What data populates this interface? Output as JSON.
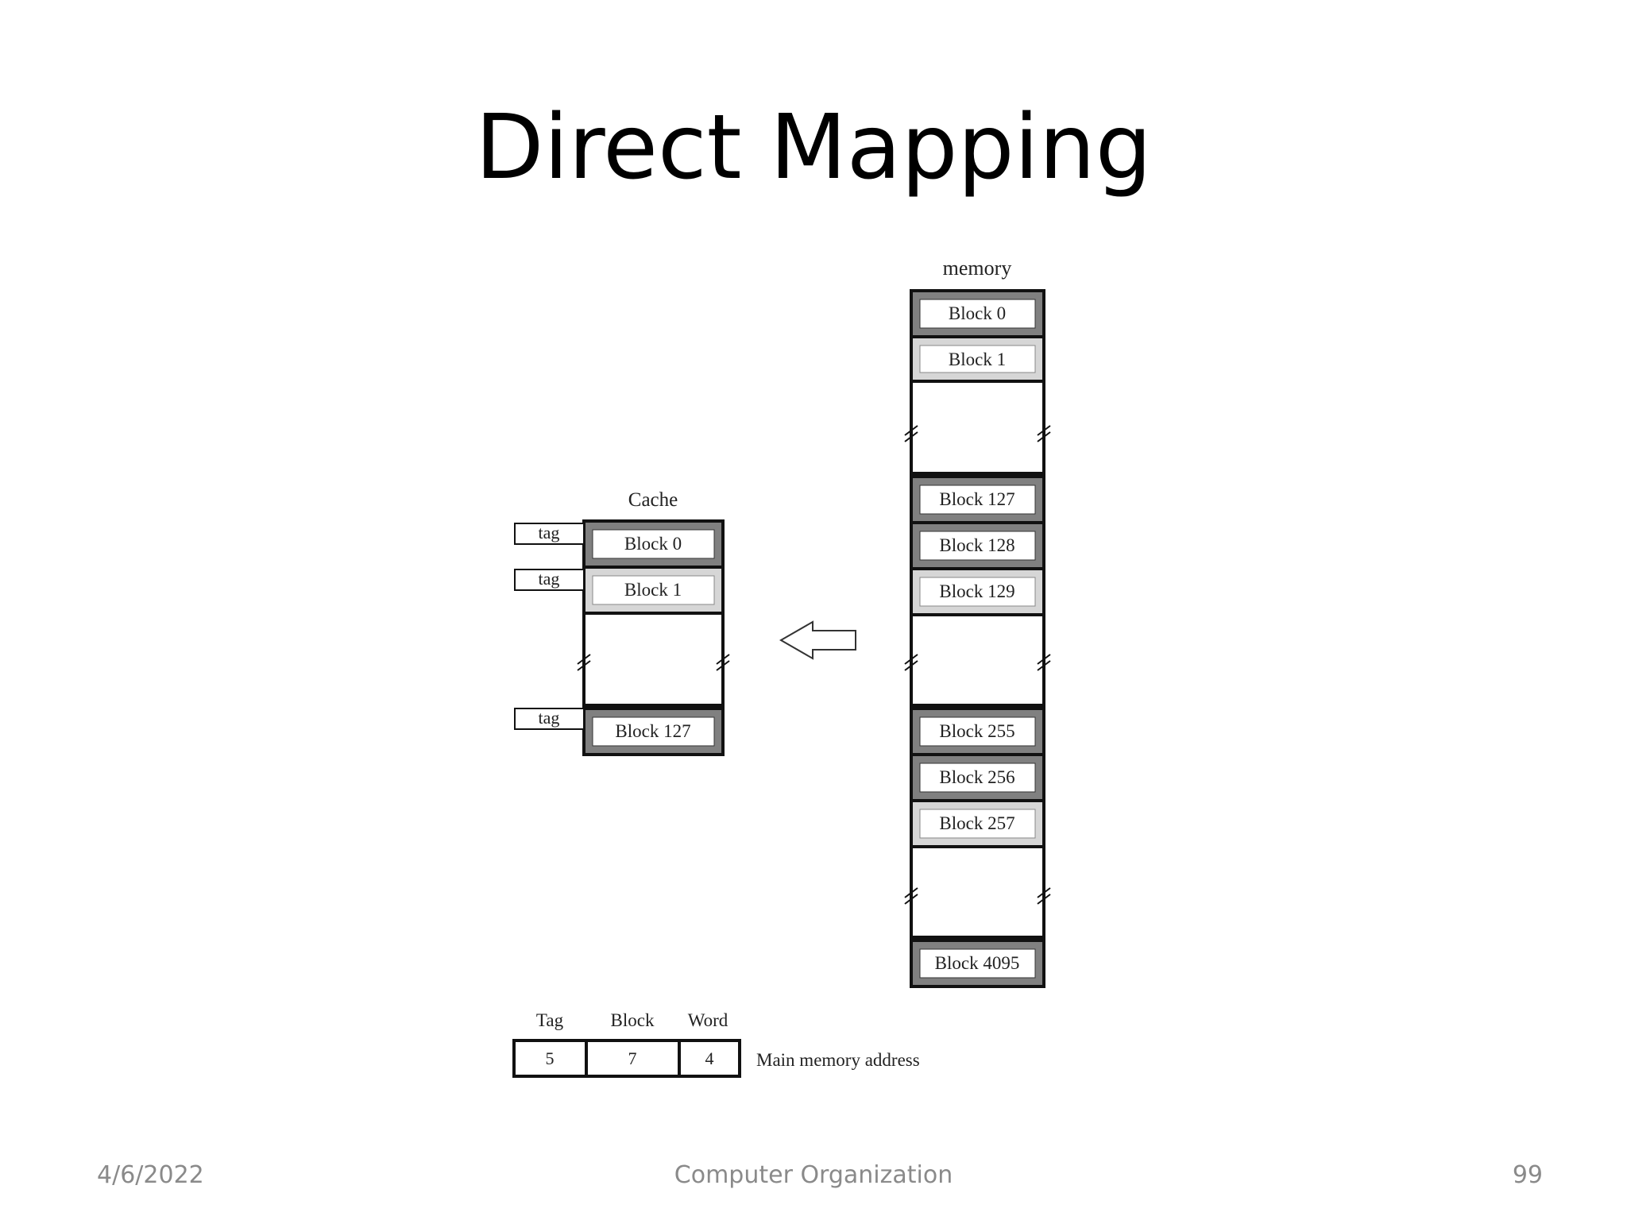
{
  "slide": {
    "title": "Direct Mapping",
    "footer": {
      "date": "4/6/2022",
      "center": "Computer Organization",
      "page": "99"
    }
  },
  "diagram": {
    "cache_label": "Cache",
    "memory_label": "memory",
    "tag_label": "tag",
    "cache_blocks": [
      "Block 0",
      "Block 1",
      "Block 127"
    ],
    "memory_blocks": [
      "Block 0",
      "Block 1",
      "Block 127",
      "Block 128",
      "Block 129",
      "Block 255",
      "Block 256",
      "Block 257",
      "Block 4095"
    ],
    "address": {
      "fields": [
        {
          "name": "Tag",
          "bits": "5"
        },
        {
          "name": "Block",
          "bits": "7"
        },
        {
          "name": "Word",
          "bits": "4"
        }
      ],
      "caption": "Main memory address"
    },
    "colors": {
      "dark_cell": "#808080",
      "light_cell": "#d6d6d6",
      "line": "#111111"
    }
  }
}
